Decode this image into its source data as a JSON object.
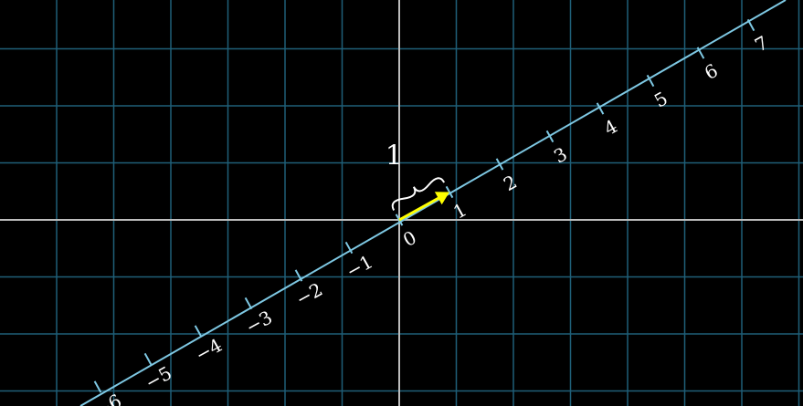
{
  "colors": {
    "background": "#000000",
    "grid": "#1f5f78",
    "axis": "#bdbdbd",
    "number_line": "#7ec8e3",
    "vector": "#ffff00",
    "label": "#ffffff",
    "brace": "#ffffff",
    "caption": "#3b3bdc"
  },
  "number_line": {
    "tick_labels": [
      "−6",
      "−5",
      "−4",
      "−3",
      "−2",
      "−1",
      "0",
      "1",
      "2",
      "3",
      "4",
      "5",
      "6",
      "7"
    ]
  },
  "unit_vector": {
    "brace_label": "1",
    "icon": "arrow-icon"
  },
  "caption": {
    "text": ""
  }
}
